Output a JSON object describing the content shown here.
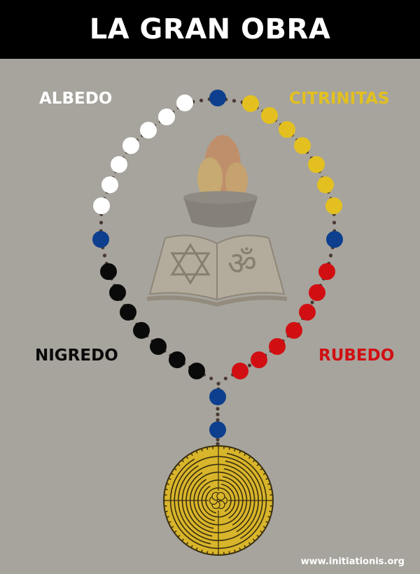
{
  "header": {
    "title": "LA GRAN OBRA"
  },
  "stages": {
    "albedo": "ALBEDO",
    "citrinitas": "CITRINITAS",
    "nigredo": "NIGREDO",
    "rubedo": "RUBEDO"
  },
  "footer": {
    "url": "www.initiationis.org"
  },
  "colors": {
    "background": "#a6a49d",
    "header_bg": "#000000",
    "header_text": "#ffffff",
    "albedo": "#ffffff",
    "citrinitas": "#e3c01f",
    "nigredo": "#0a0a0a",
    "rubedo": "#d10f12",
    "blue_bead": "#0d3f8e",
    "link_bead": "#4a3a30",
    "labyrinth_gold": "#d8b52a",
    "labyrinth_line": "#3a2e10"
  },
  "icons": {
    "book": "open-book-icon",
    "fire": "fire-bowl-icon",
    "star": "star-of-david-icon",
    "om": "om-symbol-icon",
    "labyrinth": "labyrinth-icon"
  }
}
